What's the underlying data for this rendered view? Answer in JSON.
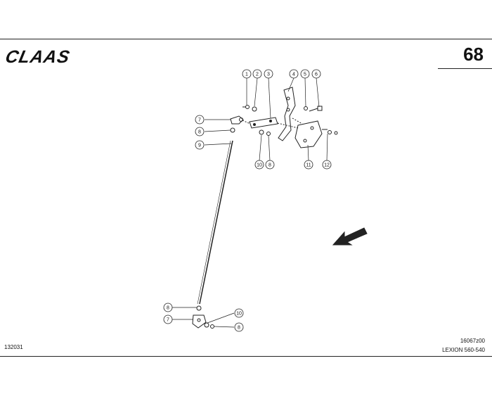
{
  "header": {
    "brand": "CLAAS",
    "page_number": "68"
  },
  "footer": {
    "doc_code": "132031",
    "drawing_code": "16067z00",
    "model": "LEXION 560-540"
  },
  "callouts": [
    "1",
    "2",
    "3",
    "4",
    "5",
    "6",
    "7",
    "8",
    "9",
    "10",
    "8",
    "11",
    "12",
    "8",
    "7",
    "10",
    "8"
  ]
}
